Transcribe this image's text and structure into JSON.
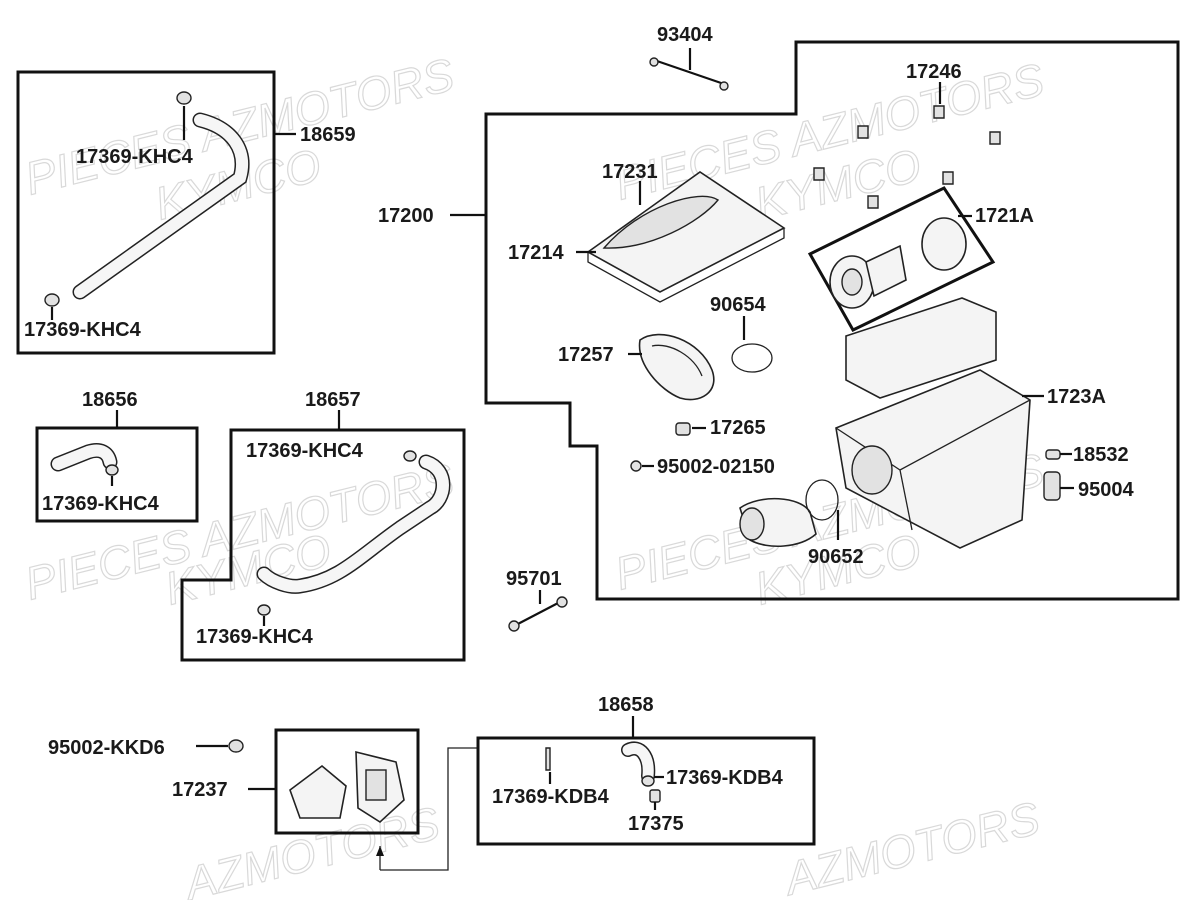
{
  "watermark": {
    "line1": "PIECES AZMOTORS",
    "line2": "KYMCO",
    "line3": "AZMOTORS"
  },
  "labels": {
    "p93404": "93404",
    "p17246": "17246",
    "p18659": "18659",
    "p17369_khc4_a": "17369-KHC4",
    "p17369_khc4_b": "17369-KHC4",
    "p17231": "17231",
    "p17200": "17200",
    "p1721A": "1721A",
    "p17214": "17214",
    "p90654": "90654",
    "p17257": "17257",
    "p1723A": "1723A",
    "p18656": "18656",
    "p18657": "18657",
    "p17369_khc4_c": "17369-KHC4",
    "p17369_khc4_d": "17369-KHC4",
    "p17265": "17265",
    "p18532": "18532",
    "p95002_02150": "95002-02150",
    "p95004": "95004",
    "p90652": "90652",
    "p17369_khc4_e": "17369-KHC4",
    "p95701": "95701",
    "p18658": "18658",
    "p95002_kkd6": "95002-KKD6",
    "p17237": "17237",
    "p17369_kdb4_a": "17369-KDB4",
    "p17369_kdb4_b": "17369-KDB4",
    "p17375": "17375"
  }
}
